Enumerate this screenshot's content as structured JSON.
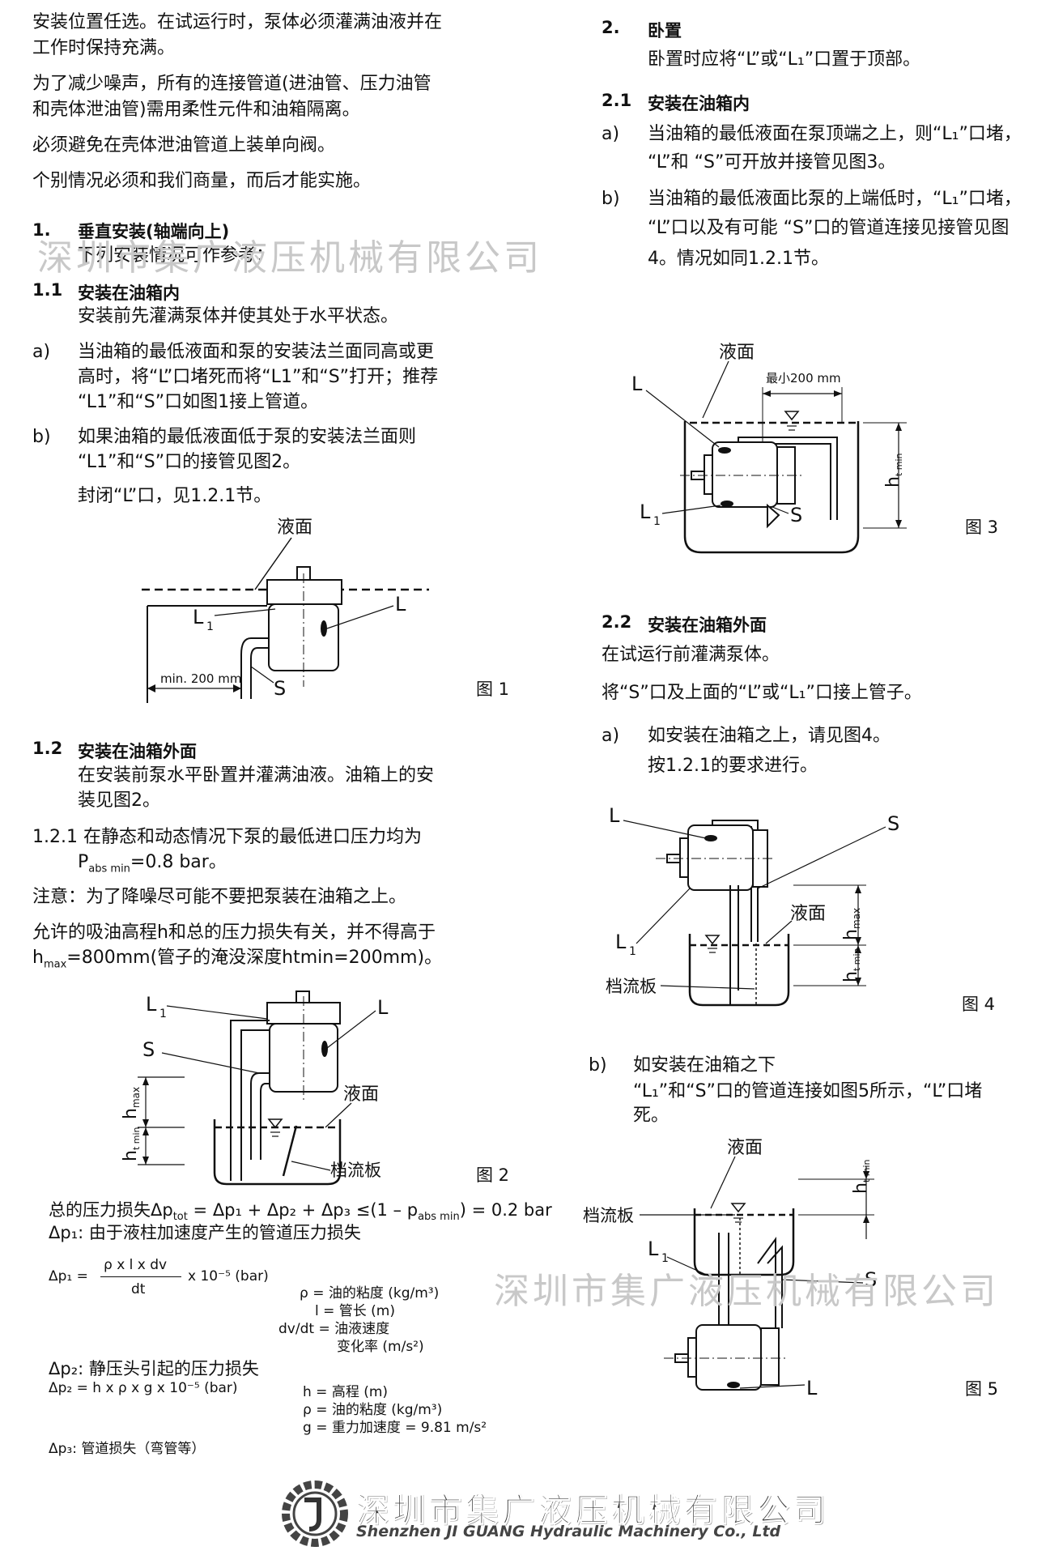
{
  "left": {
    "intro": [
      "安装位置任选。在试运行时，泵体必须灌满油液并在",
      "工作时保持充满。",
      "为了减少噪声，所有的连接管道(进油管、压力油管",
      "和壳体泄油管)需用柔性元件和油箱隔离。",
      "必须避免在壳体泄油管道上装单向阀。",
      "个别情况必须和我们商量，而后才能实施。"
    ],
    "s1_num": "1.",
    "s1_title": "垂直安装(轴端向上)",
    "s1_sub": "下列安装情况可作参考：",
    "s11_num": "1.1",
    "s11_title": "安装在油箱内",
    "s11_text": "安装前先灌满泵体并使其处于水平状态。",
    "a_label": "a)",
    "a_lines": [
      "当油箱的最低液面和泵的安装法兰面同高或更",
      "高时，将“L”口堵死而将“L1”和“S”打开；推荐",
      "“L1”和“S”口如图1接上管道。"
    ],
    "b_label": "b)",
    "b_lines": [
      "如果油箱的最低液面低于泵的安装法兰面则",
      "“L1”和“S”口的接管见图2。"
    ],
    "b_close": "封闭“L”口，见1.2.1节。",
    "s12_num": "1.2",
    "s12_title": "安装在油箱外面",
    "s12_lines": [
      "在安装前泵水平卧置并灌满油液。油箱上的安",
      "装见图2。"
    ],
    "s121_lines": [
      "1.2.1 在静态和动态情况下泵的最低进口压力均为"
    ],
    "pabs_p": "P",
    "pabs_sub": "abs min",
    "pabs_val": "=0.8 bar。",
    "note": "注意：为了降噪尽可能不要把泵装在油箱之上。",
    "allow1": "允许的吸油高程h和总的压力损失有关，并不得高于",
    "hmax_h": "h",
    "hmax_sub": "max",
    "hmax_rest": "=800mm(管子的淹没深度htmin=200mm)。",
    "total_loss": "总的压力损失Δp",
    "total_formula": "= Δp₁ + Δp₂ + Δp₃ ≤(1 – p",
    "total_tail": ") = 0.2 bar",
    "dp1_desc": "Δp₁: 由于液柱加速度产生的管道压力损失",
    "dp1_lhs": "Δp₁ =",
    "dp1_num": "ρ x  l  x dv",
    "dp1_den": "dt",
    "dp1_tail": "x 10⁻⁵ (bar)",
    "legend1": [
      "ρ  =  油的粘度 (kg/m³)",
      "l  =  管长 (m)",
      "dv/dt  =  油液速度",
      "变化率 (m/s²)"
    ],
    "dp2_desc": "Δp₂: 静压头引起的压力损失",
    "dp2_eq": "Δp₂ = h x  ρ x  g x  10⁻⁵ (bar)",
    "legend2": [
      "h  =  高程 (m)",
      "ρ  =  油的粘度 (kg/m³)",
      "g  =  重力加速度  = 9.81 m/s²"
    ],
    "dp3_desc": "Δp₃:  管道损失（弯管等）"
  },
  "right": {
    "s2_num": "2.",
    "s2_title": "卧置",
    "s2_text": "卧置时应将“L”或“L₁”口置于顶部。",
    "s21_num": "2.1",
    "s21_title": "安装在油箱内",
    "a_label": "a)",
    "a_lines": [
      "当油箱的最低液面在泵顶端之上，则“L₁”口堵，",
      "“L”和 “S”可开放并接管见图3。"
    ],
    "b_label": "b)",
    "b_lines": [
      "当油箱的最低液面比泵的上端低时，“L₁”口堵，",
      "“L”口以及有可能 “S”口的管道连接见接管见图",
      "4。情况如同1.2.1节。"
    ],
    "s22_num": "2.2",
    "s22_title": "安装在油箱外面",
    "s22_lines": [
      "在试运行前灌满泵体。",
      "将“S”口及上面的“L”或“L₁”口接上管子。"
    ],
    "a2_label": "a)",
    "a2_lines": [
      "如安装在油箱之上，请见图4。",
      "按1.2.1的要求进行。"
    ],
    "b2_label": "b)",
    "b2_lines": [
      "如安装在油箱之下",
      "“L₁”和“S”口的管道连接如图5所示，“L”口堵",
      "死。"
    ]
  },
  "figures": {
    "fig1": {
      "caption": "图 1",
      "level": "液面",
      "L": "L",
      "L1": "L",
      "S": "S",
      "dim": "min. 200 mm"
    },
    "fig2": {
      "caption": "图 2",
      "level": "液面",
      "L": "L",
      "L1": "L",
      "S": "S",
      "baffle": "档流板",
      "hmax": "h",
      "htmin": "h"
    },
    "fig3": {
      "caption": "图 3",
      "level": "液面",
      "L": "L",
      "L1": "L",
      "S": "S",
      "dim": "最小200 mm",
      "htmin": "h"
    },
    "fig4": {
      "caption": "图 4",
      "level": "液面",
      "L": "L",
      "L1": "L",
      "S": "S",
      "baffle": "档流板",
      "hmax": "h",
      "htmin": "h"
    },
    "fig5": {
      "caption": "图 5",
      "level": "液面",
      "L": "L",
      "L1": "L",
      "S": "S",
      "baffle": "档流板",
      "htmin": "h"
    }
  },
  "watermark": "深圳市集广液压机械有限公司",
  "footer": {
    "company_cn": "深圳市集广液压机械有限公司",
    "company_en": "Shenzhen JI GUANG Hydraulic Machinery Co., Ltd"
  }
}
